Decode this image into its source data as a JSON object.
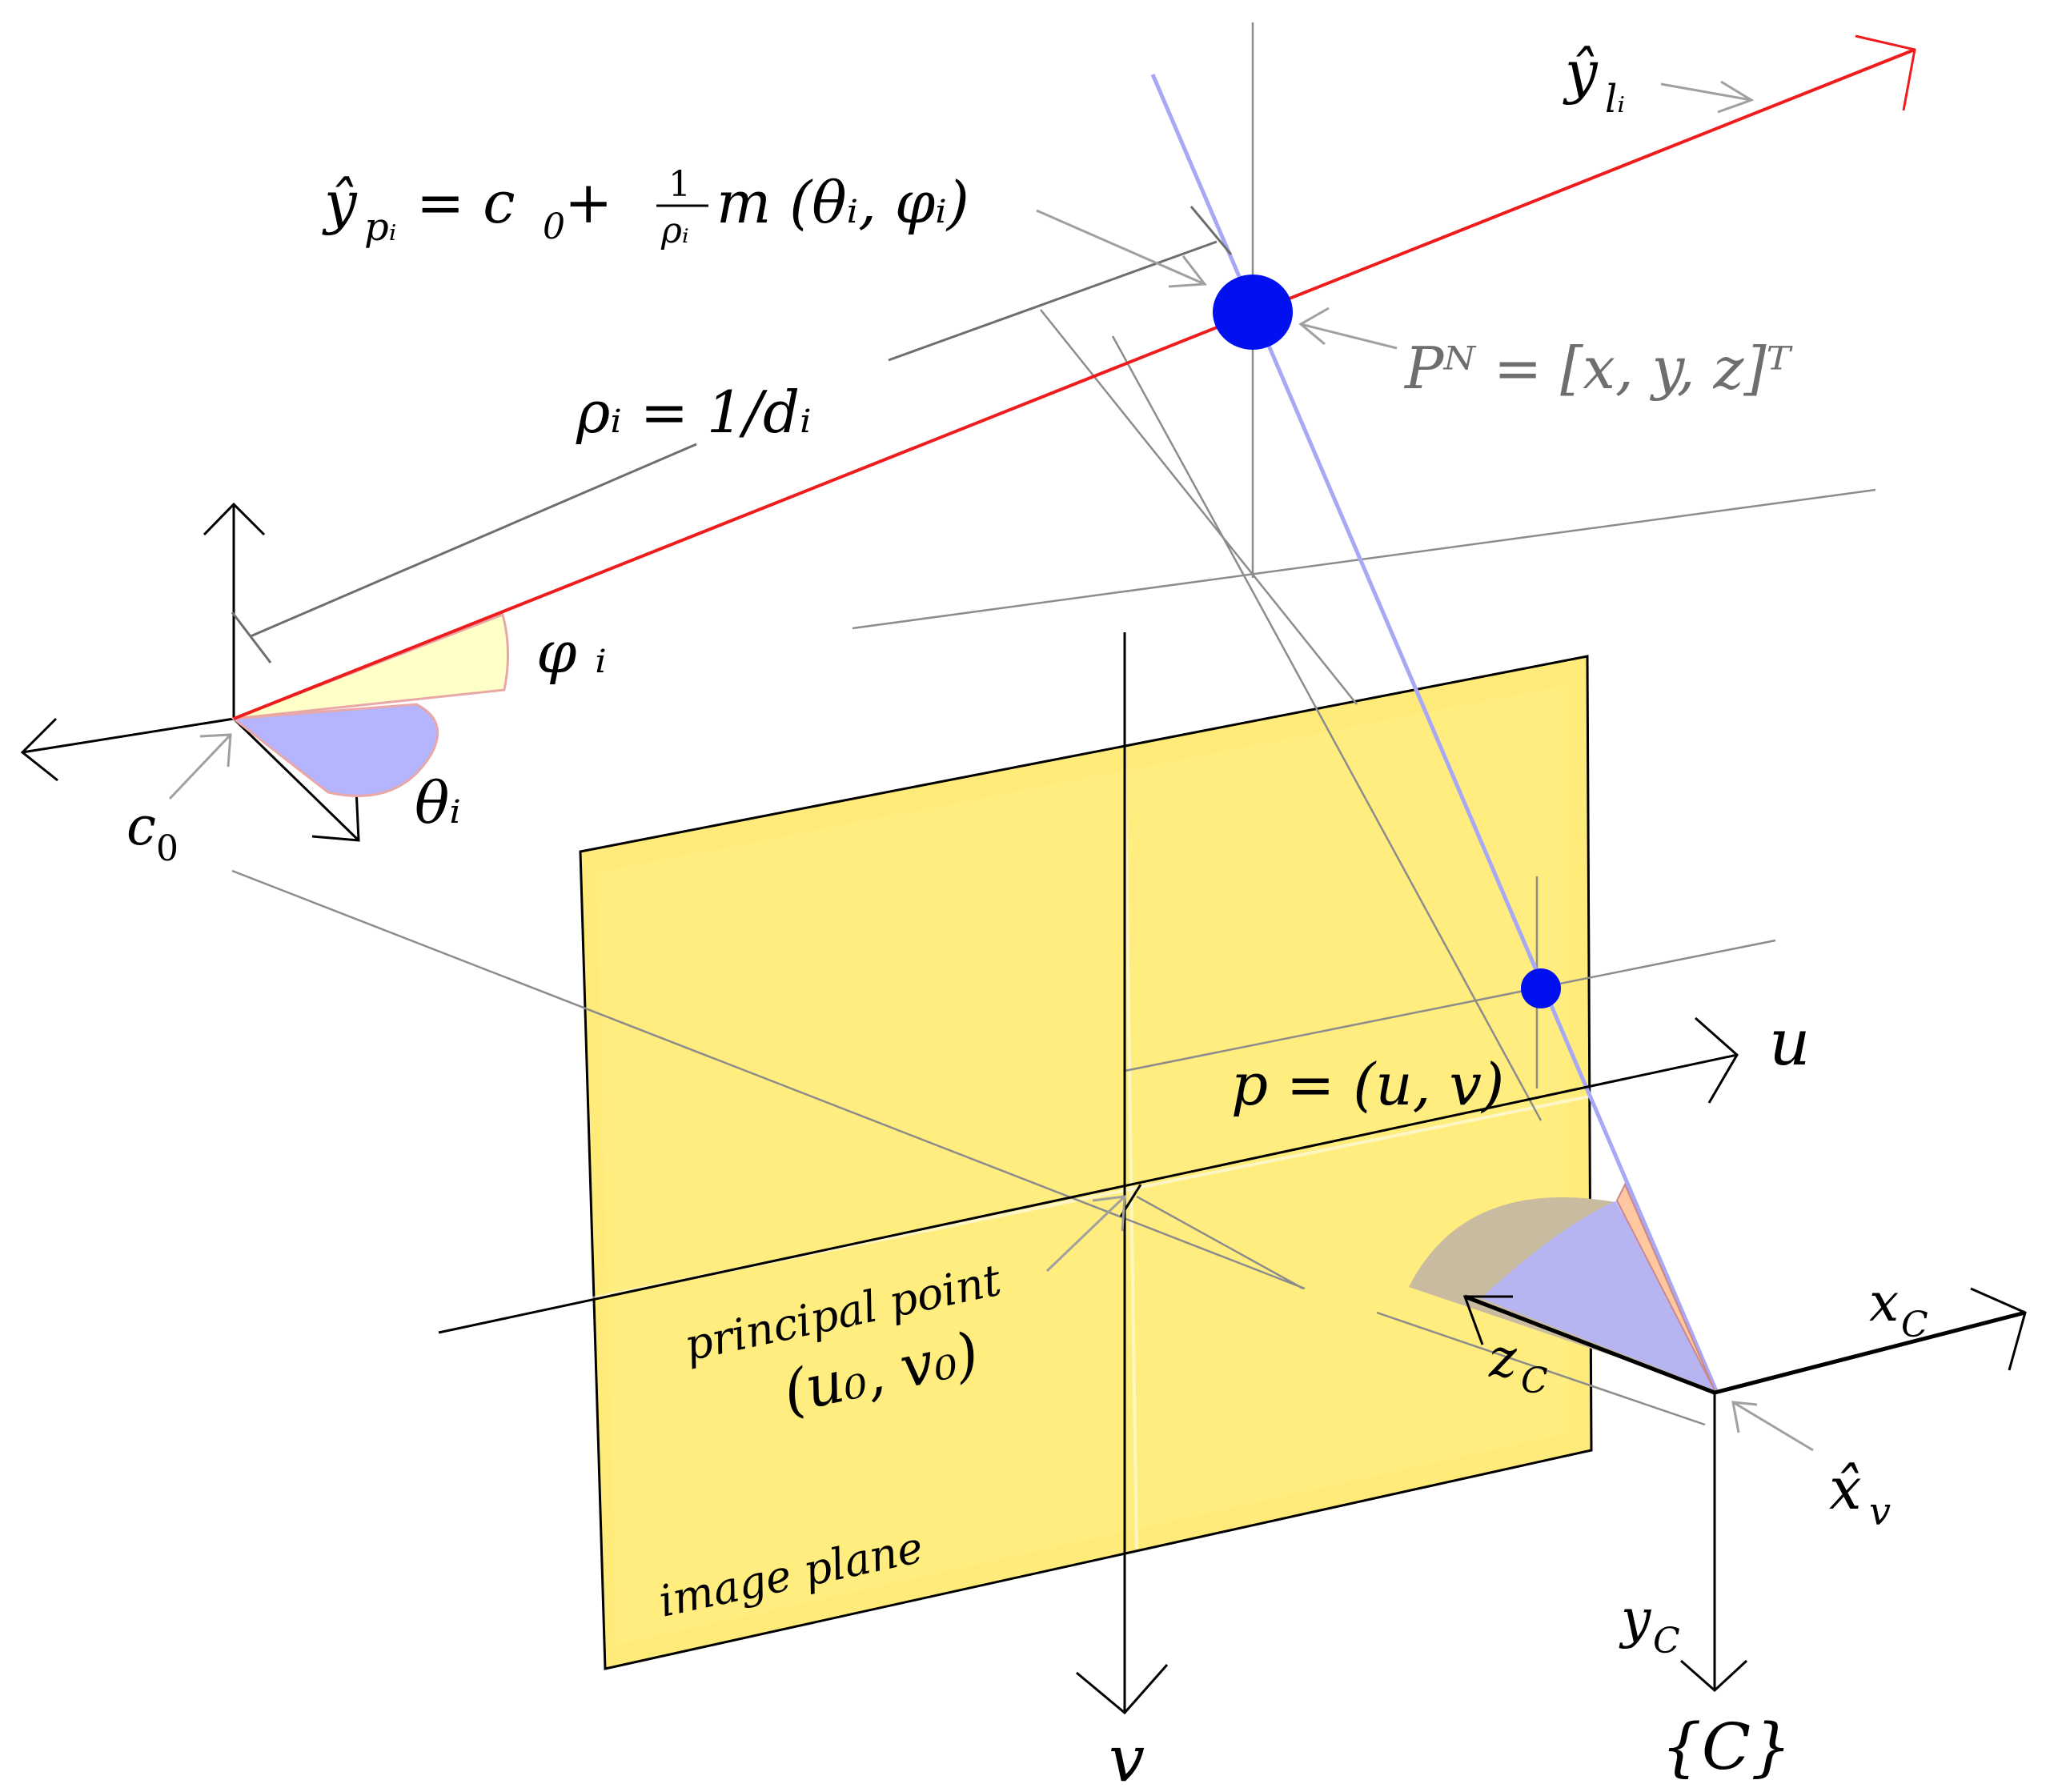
{
  "labels": {
    "y_p_i": "ŷ",
    "y_p_i_sub": "pᵢ",
    "y_p_i_rhs1": "= c",
    "y_p_i_rhs1_sub": "0",
    "y_p_i_rhs2": " +",
    "y_p_i_frac_num": "1",
    "y_p_i_frac_den": "ρᵢ",
    "y_p_i_rhs3": "m (θᵢ, φᵢ)",
    "y_l_i": "ŷ",
    "y_l_i_sub": "lᵢ",
    "rho_eq": "ρᵢ = 1/dᵢ",
    "P_N": "Pᴺ = [x, y, z]ᵀ",
    "phi_i": "φ ᵢ",
    "theta_i": "θᵢ",
    "c0": "c",
    "c0_sub": "0",
    "p_eq": "p = (u, v)",
    "u": "u",
    "v": "v",
    "principal_point": "principal point",
    "u0v0": "(u₀, v₀)",
    "image_plane": "image plane",
    "x_C": "x",
    "x_C_sub": "C",
    "z_C": "z",
    "z_C_sub": "C",
    "y_C": "y",
    "y_C_sub": "C",
    "x_v": "x̂",
    "x_v_sub": "v",
    "frame_C": "{C}"
  },
  "colors": {
    "image_plane_fill": "#ffeb7a",
    "ray_red": "#ee1c1c",
    "ray_blue": "#a8a8f5",
    "point_blue": "#0010ee",
    "wedge_yellow": "#ffffc8",
    "wedge_blue": "#b4b4ff",
    "wedge_orange": "#ffc8a0",
    "wedge_tan": "#c8bba0",
    "annotation_gray": "#8a8a8a"
  }
}
